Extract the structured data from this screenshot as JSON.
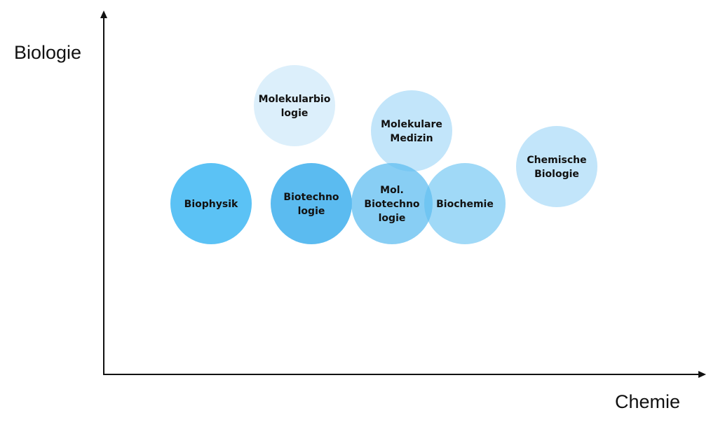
{
  "axes": {
    "x_label": "Chemie",
    "y_label": "Biologie"
  },
  "bubbles": [
    {
      "id": "biophysik",
      "lines": [
        "Biophysik"
      ],
      "color": "#5BC2F5",
      "opacity": 1
    },
    {
      "id": "molekularbiologie",
      "lines": [
        "Molekularbio",
        "logie"
      ],
      "color": "#DCEFFB",
      "opacity": 1
    },
    {
      "id": "biotechnologie",
      "lines": [
        "Biotechno",
        "logie"
      ],
      "color": "#5BBBF0",
      "opacity": 1
    },
    {
      "id": "molekulare-medizin",
      "lines": [
        "Molekulare",
        "Medizin"
      ],
      "color": "#C2E5FA",
      "opacity": 1
    },
    {
      "id": "biochemie",
      "lines": [
        "Biochemie"
      ],
      "color": "#A0D9F7",
      "opacity": 1
    },
    {
      "id": "mol-biotechnologie",
      "lines": [
        "Mol.",
        "Biotechno",
        "logie"
      ],
      "color": "#60BEF0",
      "opacity": 0.75
    },
    {
      "id": "chemische-biologie",
      "lines": [
        "Chemische",
        "Biologie"
      ],
      "color": "#C2E5FA",
      "opacity": 1
    }
  ]
}
